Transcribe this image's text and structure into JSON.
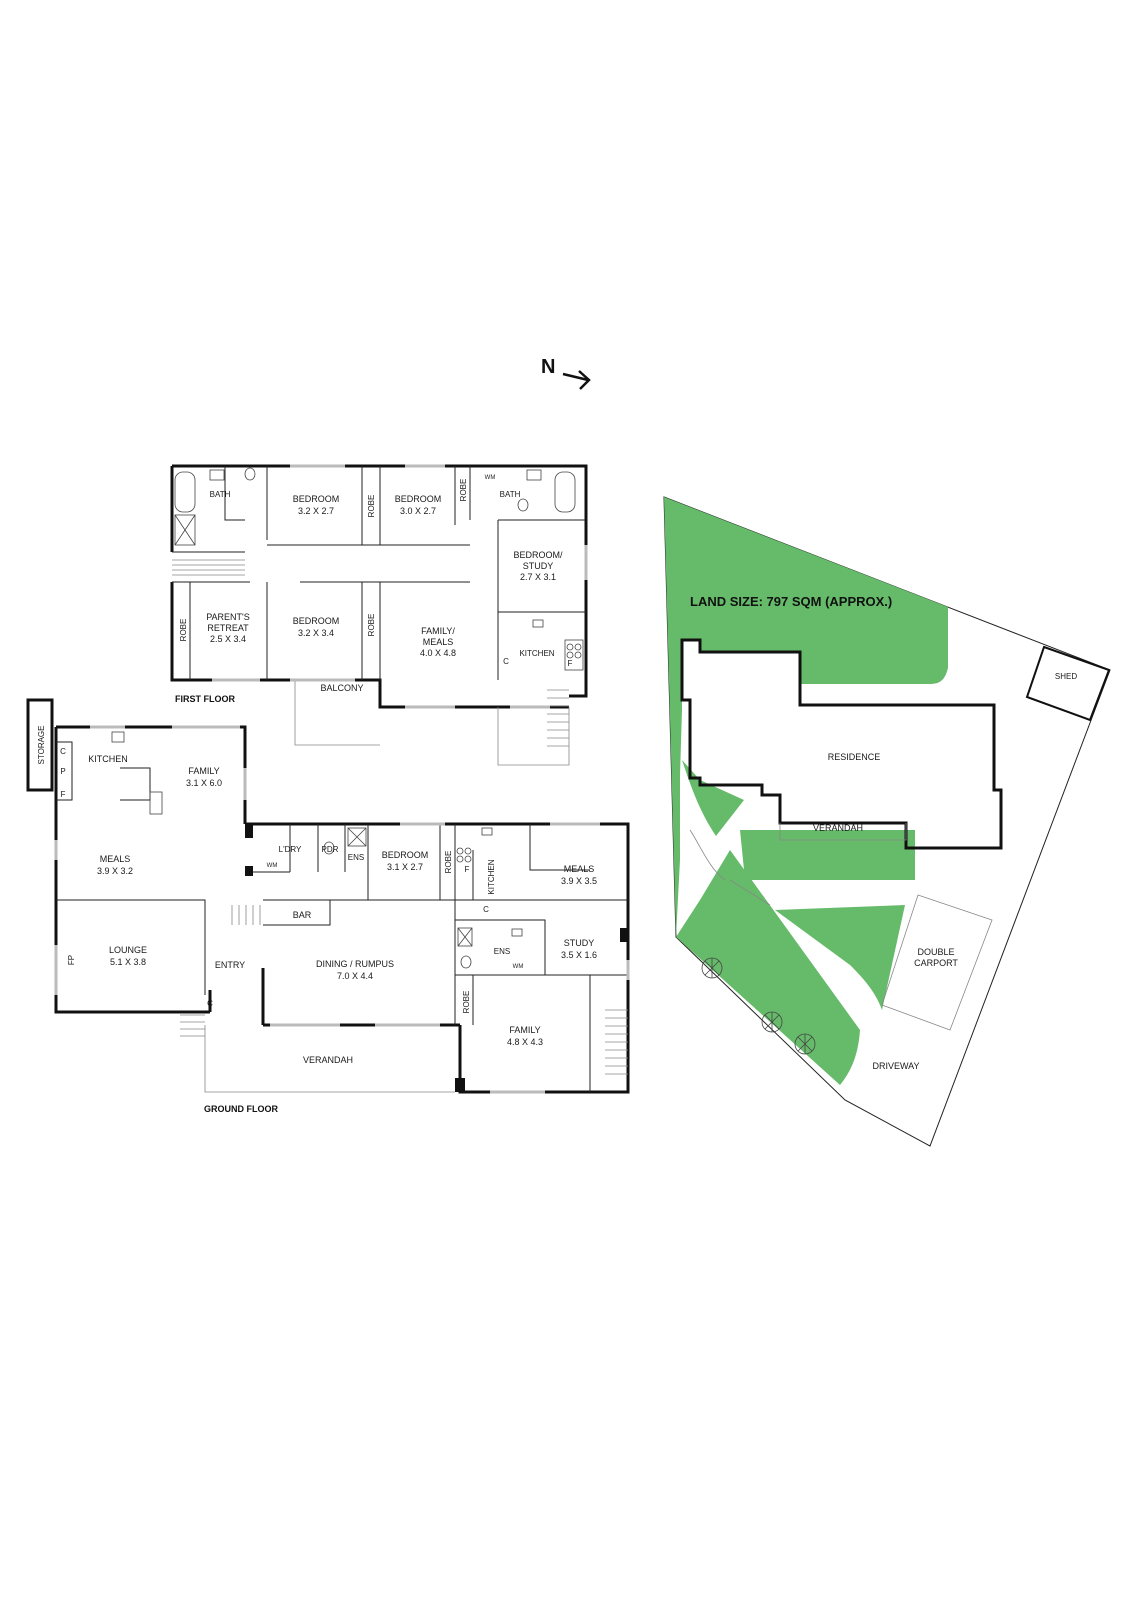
{
  "compass": {
    "label": "N"
  },
  "first_floor": {
    "title": "FIRST FLOOR",
    "rooms": {
      "bath_left": "BATH",
      "bedroom1": {
        "name": "BEDROOM",
        "dims": "3.2 X 2.7"
      },
      "robe1": "ROBE",
      "bedroom2": {
        "name": "BEDROOM",
        "dims": "3.0 X 2.7"
      },
      "robe2": "ROBE",
      "wm": "WM",
      "bath_right": "BATH",
      "bedroom_study": {
        "name1": "BEDROOM/",
        "name2": "STUDY",
        "dims": "2.7 X 3.1"
      },
      "robe3": "ROBE",
      "parents_retreat": {
        "name1": "PARENT'S",
        "name2": "RETREAT",
        "dims": "2.5 X 3.4"
      },
      "bedroom3": {
        "name": "BEDROOM",
        "dims": "3.2 X 3.4"
      },
      "robe4": "ROBE",
      "family_meals": {
        "name1": "FAMILY/",
        "name2": "MEALS",
        "dims": "4.0 X 4.8"
      },
      "kitchen": "KITCHEN",
      "c": "C",
      "f": "F",
      "balcony": "BALCONY"
    }
  },
  "ground_floor": {
    "title": "GROUND FLOOR",
    "rooms": {
      "storage": "STORAGE",
      "c1": "C",
      "p": "P",
      "f1": "F",
      "kitchen": "KITCHEN",
      "family": {
        "name": "FAMILY",
        "dims": "3.1 X 6.0"
      },
      "meals": {
        "name": "MEALS",
        "dims": "3.9 X 3.2"
      },
      "lounge": {
        "name": "LOUNGE",
        "dims": "5.1 X 3.8"
      },
      "fp": "FP",
      "entry": "ENTRY",
      "c2": "C",
      "ldry": "L'DRY",
      "wm1": "WM",
      "pdr": "PDR",
      "ens1": "ENS",
      "bar": "BAR",
      "bedroom": {
        "name": "BEDROOM",
        "dims": "3.1 X 2.7"
      },
      "robe1": "ROBE",
      "dining_rumpus": {
        "name": "DINING / RUMPUS",
        "dims": "7.0 X 4.4"
      },
      "verandah": "VERANDAH",
      "kitchen2": "KITCHEN",
      "f2": "F",
      "c3": "C",
      "meals2": {
        "name": "MEALS",
        "dims": "3.9 X 3.5"
      },
      "ens2": "ENS",
      "wm2": "WM",
      "study": {
        "name": "STUDY",
        "dims": "3.5 X 1.6"
      },
      "robe2": "ROBE",
      "family2": {
        "name": "FAMILY",
        "dims": "4.8 X 4.3"
      }
    }
  },
  "site": {
    "land_size": "LAND SIZE: 797 SQM (APPROX.)",
    "residence": "RESIDENCE",
    "verandah": "VERANDAH",
    "shed": "SHED",
    "carport1": "DOUBLE",
    "carport2": "CARPORT",
    "driveway": "DRIVEWAY"
  },
  "colors": {
    "lawn": "#66bb6a",
    "walls": "#111111",
    "paving": "#ffffff"
  }
}
